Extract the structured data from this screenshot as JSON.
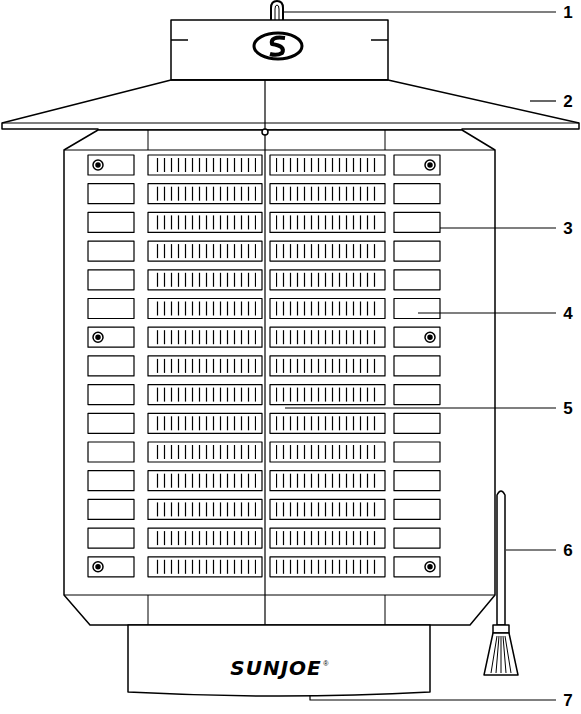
{
  "diagram": {
    "labels": [
      "1",
      "2",
      "3",
      "4",
      "5",
      "6",
      "7",
      "SUNJOE",
      "®"
    ]
  }
}
